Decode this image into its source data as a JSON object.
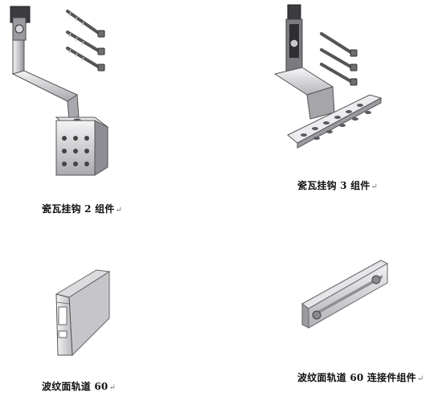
{
  "items": [
    {
      "caption": "瓷瓦挂钩 2 组件",
      "mark": "↵"
    },
    {
      "caption": "瓷瓦挂钩 3 组件",
      "mark": "↵"
    },
    {
      "caption": "波纹面轨道 60",
      "mark": "↵"
    },
    {
      "caption": "波纹面轨道 60 连接件组件",
      "mark": "↵"
    }
  ],
  "colors": {
    "metal_light": "#e6e6e8",
    "metal_mid": "#b9b9bd",
    "metal_dark": "#6d6d72",
    "bolt": "#8a8a90"
  }
}
